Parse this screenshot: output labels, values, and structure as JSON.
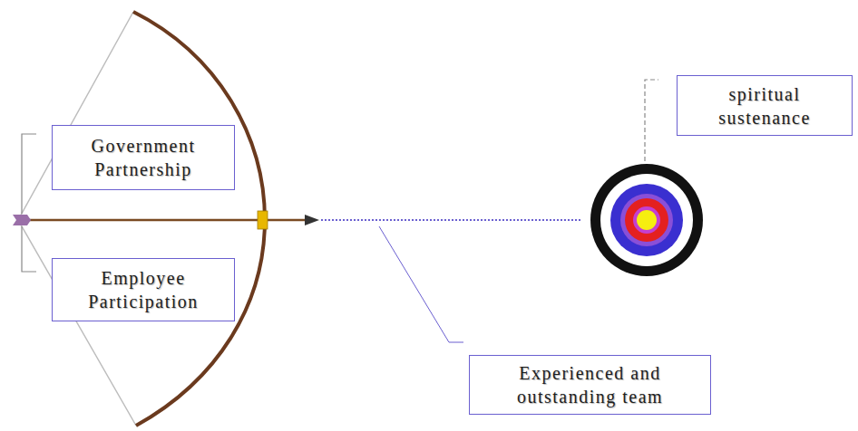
{
  "diagram": {
    "nodes": [
      {
        "text": [
          "Government Partnership"
        ]
      },
      {
        "text": [
          "Employee Participation"
        ]
      },
      {
        "text": [
          "spiritual sustenance"
        ]
      },
      {
        "text": [
          "Experienced and outstanding team"
        ]
      }
    ]
  }
}
